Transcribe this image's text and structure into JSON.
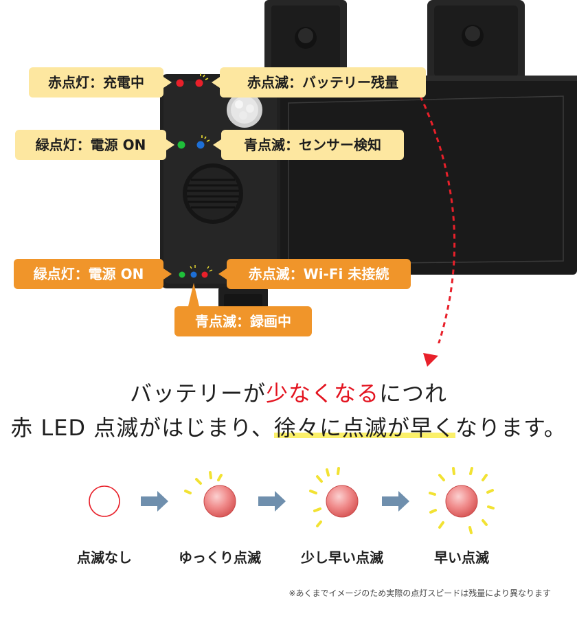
{
  "callouts": {
    "red_solid": "赤点灯：充電中",
    "red_blink_battery": "赤点滅：バッテリー残量",
    "green_solid_top": "緑点灯：電源 ON",
    "blue_blink_sensor": "青点滅：センサー検知",
    "green_solid_bottom": "緑点灯：電源 ON",
    "red_blink_wifi": "赤点滅：Wi-Fi 未接続",
    "blue_blink_recording": "青点滅：録画中"
  },
  "headline": {
    "line1_prefix": "バッテリーが",
    "line1_highlight": "少なくなる",
    "line1_suffix": "につれ",
    "line2_prefix": "赤 LED 点滅がはじまり、",
    "line2_highlight": "徐々に点滅が早く",
    "line2_suffix": "なります。"
  },
  "stages": [
    {
      "label": "点滅なし"
    },
    {
      "label": "ゆっくり点滅"
    },
    {
      "label": "少し早い点滅"
    },
    {
      "label": "早い点滅"
    }
  ],
  "footnote": "※あくまでイメージのため実際の点灯スピードは残量により異なります",
  "colors": {
    "callout_light": "#fde7a0",
    "callout_dark": "#f0952a",
    "emphasis_red": "#e3131f",
    "highlight_yellow": "#fbf06a",
    "ray_yellow": "#f2e233",
    "arrow_blue": "#6f8fad",
    "led_red": "#e8202a",
    "led_green": "#1fbf3a",
    "led_blue": "#1d6fd6"
  }
}
